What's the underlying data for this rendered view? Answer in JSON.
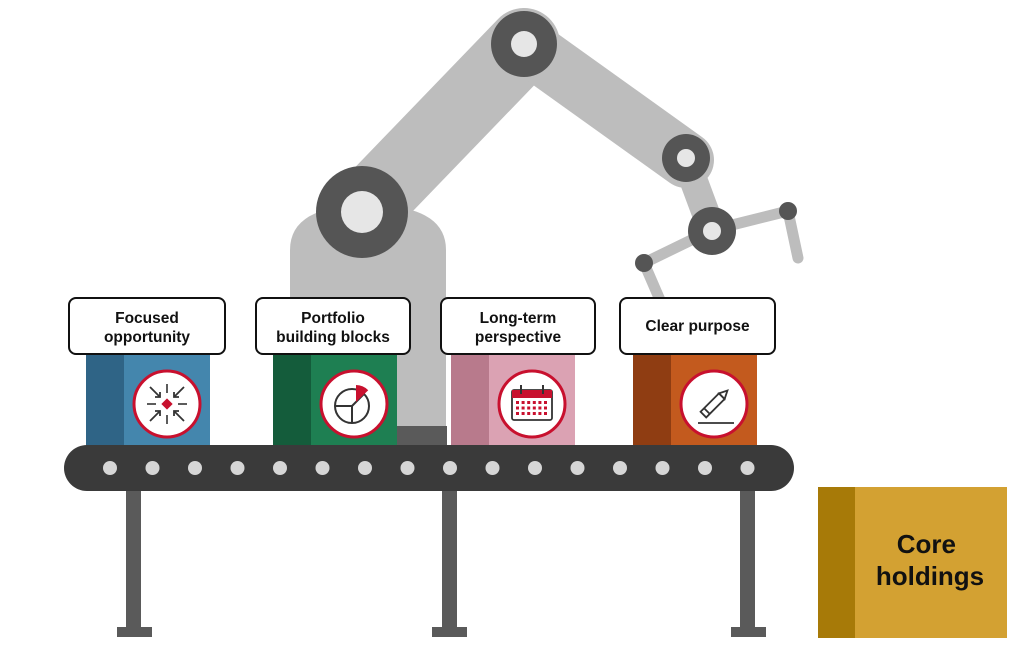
{
  "boxes": [
    {
      "lines": [
        "Focused",
        "opportunity"
      ],
      "icon": "converge-arrows-icon",
      "front_color": "#4486ad",
      "side_color": "#2f6486"
    },
    {
      "lines": [
        "Portfolio",
        "building blocks"
      ],
      "icon": "pie-chart-icon",
      "front_color": "#1e7f52",
      "side_color": "#145c3b"
    },
    {
      "lines": [
        "Long-term",
        "perspective"
      ],
      "icon": "calendar-icon",
      "front_color": "#dba2b3",
      "side_color": "#b87a8c"
    },
    {
      "lines": [
        "Clear purpose"
      ],
      "icon": "pencil-icon",
      "front_color": "#c35a1e",
      "side_color": "#8f3d12"
    }
  ],
  "core": {
    "lines": [
      "Core",
      "holdings"
    ],
    "front_color": "#d3a132",
    "side_color": "#a77a08"
  },
  "colors": {
    "arm": "#bdbdbd",
    "joint": "#555555",
    "belt": "#3a3a3a",
    "roller": "#d6d6d6",
    "leg": "#5a5a5a",
    "icon_ring": "#c8102e"
  }
}
